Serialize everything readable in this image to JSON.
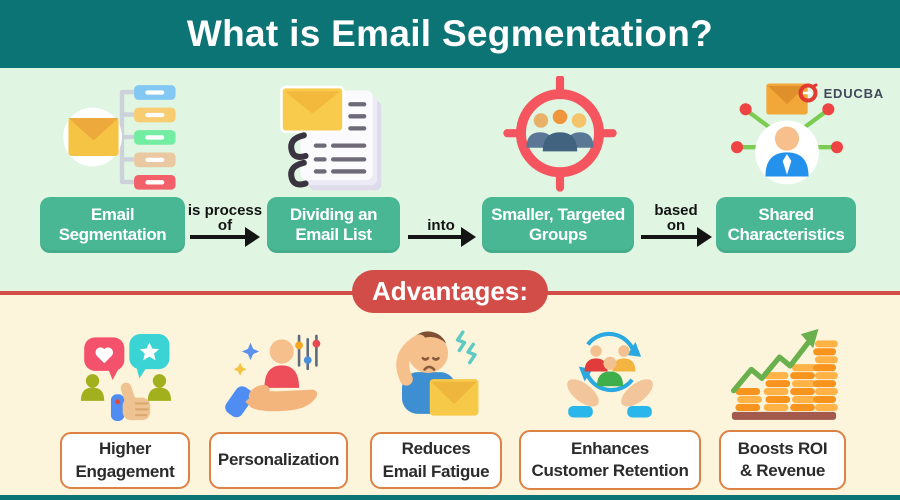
{
  "header": {
    "title": "What is Email Segmentation?"
  },
  "logo": {
    "brand": "EDUCBA"
  },
  "flow": {
    "steps": [
      {
        "line1": "Email",
        "line2": "Segmentation",
        "icon": "email-flowchart-icon"
      },
      {
        "line1": "Dividing an",
        "line2": "Email List",
        "icon": "email-list-icon"
      },
      {
        "line1": "Smaller, Targeted",
        "line2": "Groups",
        "icon": "target-groups-icon"
      },
      {
        "line1": "Shared",
        "line2": "Characteristics",
        "icon": "person-network-icon"
      }
    ],
    "connectors": [
      {
        "line1": "is process",
        "line2": "of"
      },
      {
        "line1": "into",
        "line2": ""
      },
      {
        "line1": "based",
        "line2": "on"
      }
    ]
  },
  "advantages": {
    "title": "Advantages:",
    "items": [
      {
        "line1": "Higher",
        "line2": "Engagement",
        "icon": "engagement-icon"
      },
      {
        "line1": "Personalization",
        "line2": "",
        "icon": "personalization-icon"
      },
      {
        "line1": "Reduces",
        "line2": "Email Fatigue",
        "icon": "email-fatigue-icon"
      },
      {
        "line1": "Enhances",
        "line2": "Customer Retention",
        "icon": "customer-retention-icon"
      },
      {
        "line1": "Boosts ROI",
        "line2": "& Revenue",
        "icon": "roi-revenue-icon"
      }
    ]
  },
  "colors": {
    "header_teal": "#0d7476",
    "section_green": "#e0f5e2",
    "section_cream": "#fcf5dc",
    "button_teal": "#4ab794",
    "accent_red": "#d34d48",
    "box_border_orange": "#de8144"
  }
}
